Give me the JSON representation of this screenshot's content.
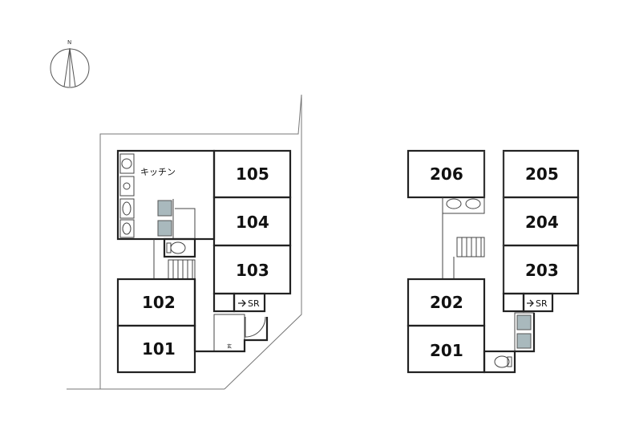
{
  "compass": {
    "north_label": "N"
  },
  "floor1": {
    "kitchen_label": "キッチン",
    "entrance_label": "玄",
    "sr_label": "SR",
    "rooms": [
      {
        "id": "101",
        "label": "101"
      },
      {
        "id": "102",
        "label": "102"
      },
      {
        "id": "103",
        "label": "103"
      },
      {
        "id": "104",
        "label": "104"
      },
      {
        "id": "105",
        "label": "105"
      }
    ]
  },
  "floor2": {
    "sr_label": "SR",
    "rooms": [
      {
        "id": "201",
        "label": "201"
      },
      {
        "id": "202",
        "label": "202"
      },
      {
        "id": "203",
        "label": "203"
      },
      {
        "id": "204",
        "label": "204"
      },
      {
        "id": "205",
        "label": "205"
      },
      {
        "id": "206",
        "label": "206"
      }
    ]
  }
}
